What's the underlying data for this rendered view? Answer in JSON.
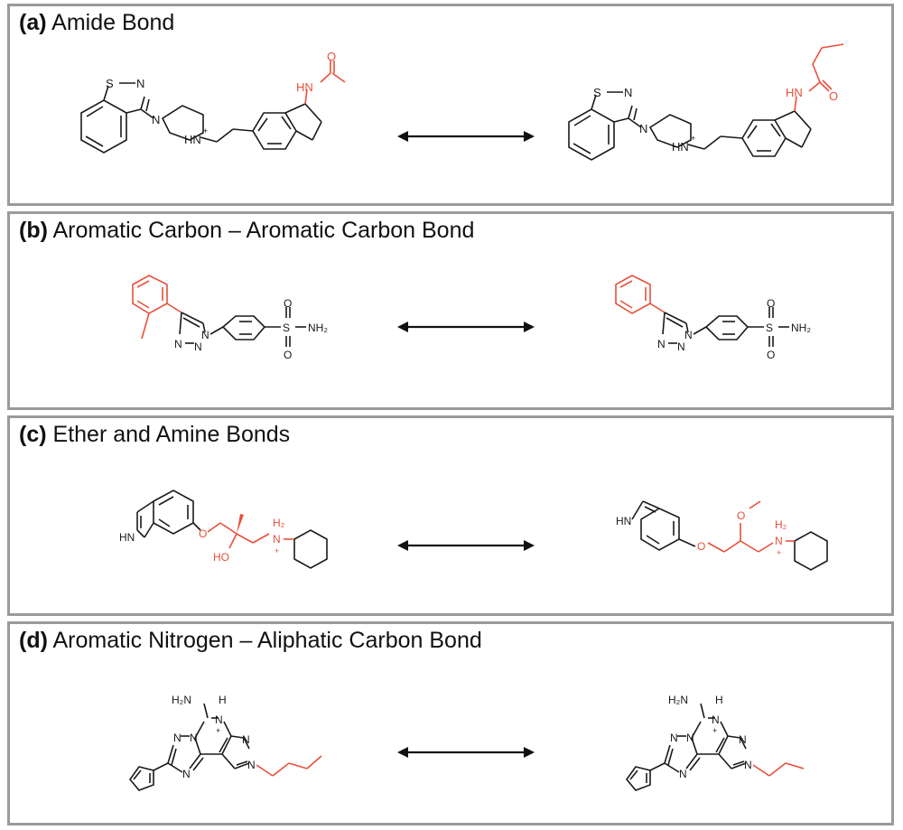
{
  "colors": {
    "black": "#1a1a1a",
    "highlight": "#e8503a",
    "border": "#9a9a9a"
  },
  "panels": [
    {
      "letter": "(a)",
      "title": "Amide Bond"
    },
    {
      "letter": "(b)",
      "title": "Aromatic Carbon – Aromatic Carbon Bond"
    },
    {
      "letter": "(c)",
      "title": "Ether and Amine Bonds"
    },
    {
      "letter": "(d)",
      "title": "Aromatic Nitrogen – Aliphatic Carbon Bond"
    }
  ],
  "atoms": {
    "S": "S",
    "N": "N",
    "O": "O",
    "HN": "HN",
    "NH": "NH",
    "HO": "HO",
    "H": "H",
    "H2": "H₂",
    "H2N": "H₂N",
    "NH2": "NH₂",
    "plus": "+"
  }
}
